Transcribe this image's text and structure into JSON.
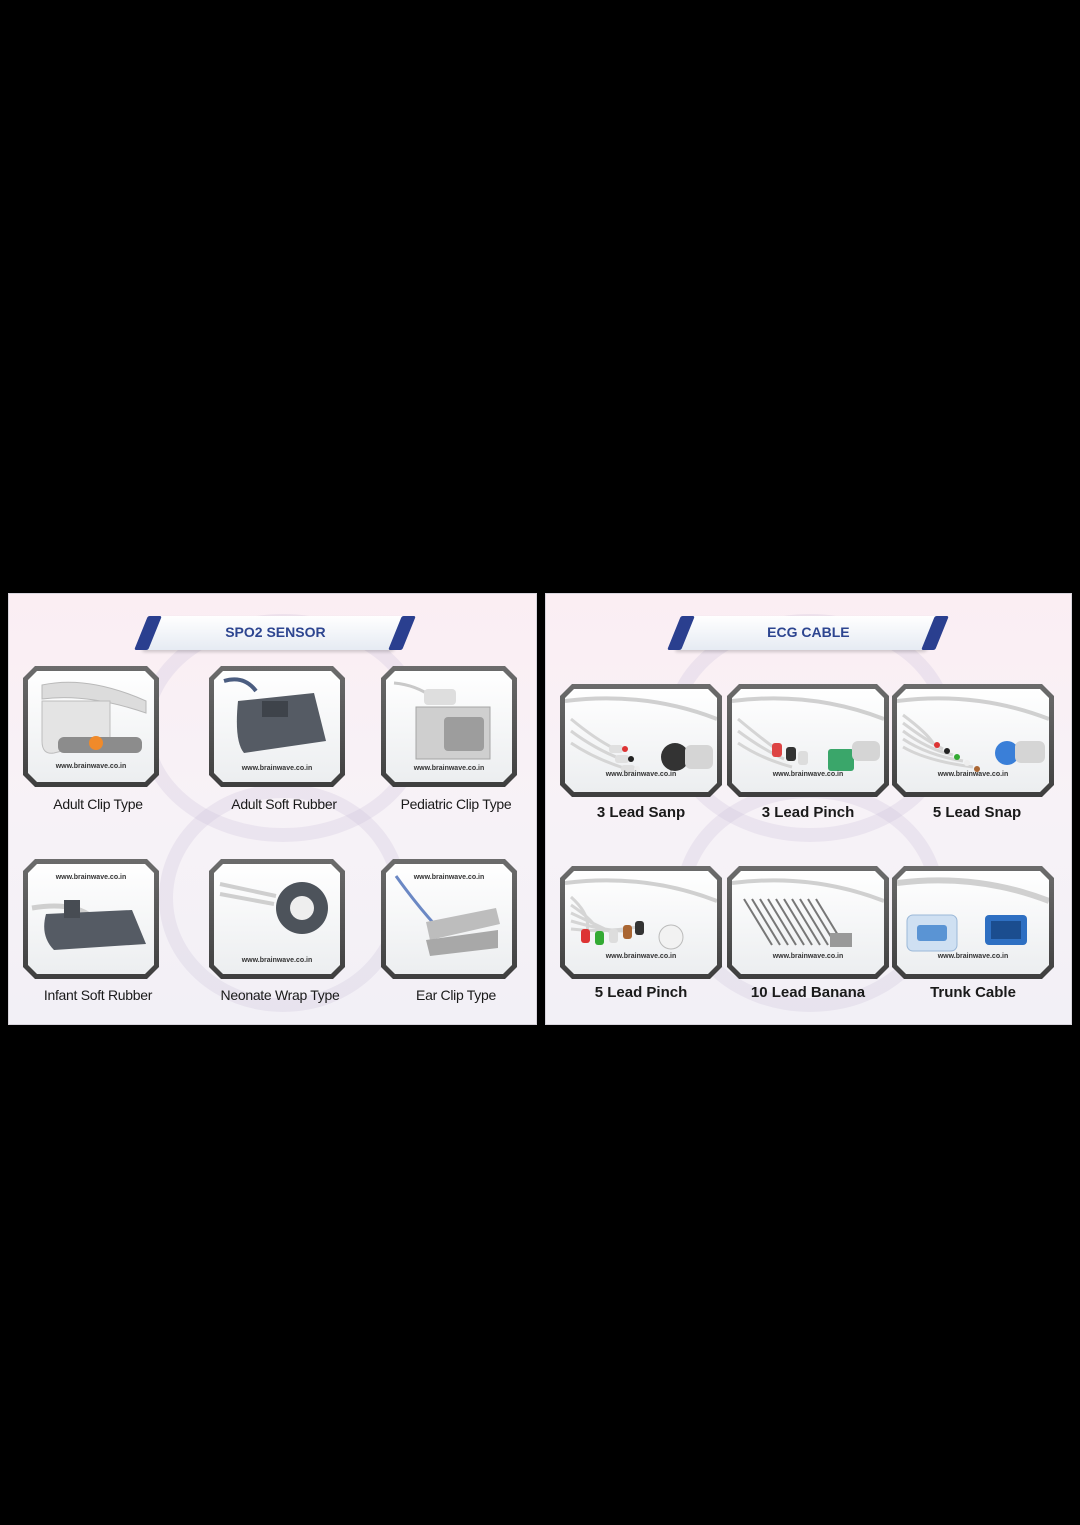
{
  "spo2": {
    "title": "SPO2 SENSOR",
    "items": [
      {
        "label": "Adult Clip Type",
        "site": "www.brainwave.co.in"
      },
      {
        "label": "Adult Soft Rubber",
        "site": "www.brainwave.co.in"
      },
      {
        "label": "Pediatric Clip Type",
        "site": "www.brainwave.co.in"
      },
      {
        "label": "Infant Soft Rubber",
        "site": "www.brainwave.co.in"
      },
      {
        "label": "Neonate Wrap Type",
        "site": "www.brainwave.co.in"
      },
      {
        "label": "Ear Clip Type",
        "site": "www.brainwave.co.in"
      }
    ]
  },
  "ecg": {
    "title": "ECG CABLE",
    "items": [
      {
        "label": "3 Lead Sanp",
        "site": "www.brainwave.co.in"
      },
      {
        "label": "3 Lead Pinch",
        "site": "www.brainwave.co.in"
      },
      {
        "label": "5 Lead Snap",
        "site": "www.brainwave.co.in"
      },
      {
        "label": "5 Lead Pinch",
        "site": "www.brainwave.co.in"
      },
      {
        "label": "10 Lead Banana",
        "site": "www.brainwave.co.in"
      },
      {
        "label": "Trunk Cable",
        "site": "www.brainwave.co.in"
      }
    ]
  },
  "colors": {
    "banner_accent": "#2a3f8f",
    "banner_text": "#2d4590",
    "frame": "#555555"
  }
}
